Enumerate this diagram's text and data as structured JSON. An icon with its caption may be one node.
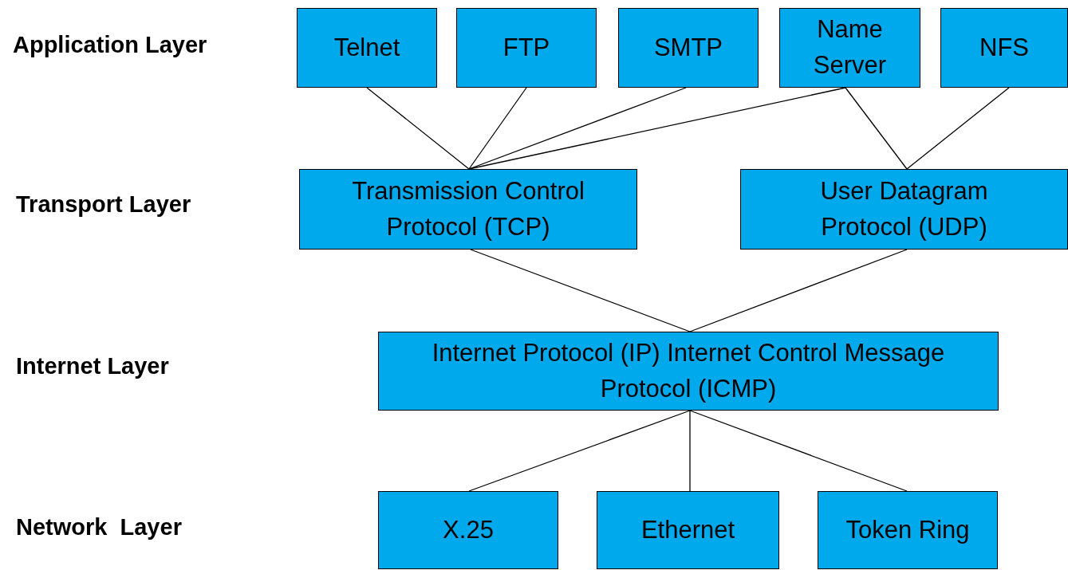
{
  "diagram": {
    "nodes": [
      {
        "text": [
          "Telnet"
        ]
      },
      {
        "text": [
          "FTP"
        ]
      },
      {
        "text": [
          "SMTP"
        ]
      },
      {
        "text": [
          "Name Server"
        ]
      },
      {
        "text": [
          "NFS"
        ]
      },
      {
        "text": [
          "Transmission Control Protocol (TCP)"
        ]
      },
      {
        "text": [
          "User Datagram Protocol (UDP)"
        ]
      },
      {
        "text": [
          "Internet Protocol (IP) Internet Control Message Protocol (ICMP)"
        ]
      },
      {
        "text": [
          "X.25"
        ]
      },
      {
        "text": [
          "Ethernet"
        ]
      },
      {
        "text": [
          "Token Ring"
        ]
      }
    ],
    "edges": [
      {
        "from": 0,
        "to": 5,
        "arrow": "none"
      },
      {
        "from": 1,
        "to": 5,
        "arrow": "none"
      },
      {
        "from": 2,
        "to": 5,
        "arrow": "none"
      },
      {
        "from": 3,
        "to": 5,
        "arrow": "none"
      },
      {
        "from": 3,
        "to": 6,
        "arrow": "none"
      },
      {
        "from": 4,
        "to": 6,
        "arrow": "none"
      },
      {
        "from": 5,
        "to": 7,
        "arrow": "none"
      },
      {
        "from": 6,
        "to": 7,
        "arrow": "none"
      },
      {
        "from": 7,
        "to": 8,
        "arrow": "none"
      },
      {
        "from": 7,
        "to": 9,
        "arrow": "none"
      },
      {
        "from": 7,
        "to": 10,
        "arrow": "none"
      }
    ],
    "labels": [
      "Application Layer",
      "Transport Layer",
      "Internet Layer",
      "Network  Layer"
    ]
  }
}
